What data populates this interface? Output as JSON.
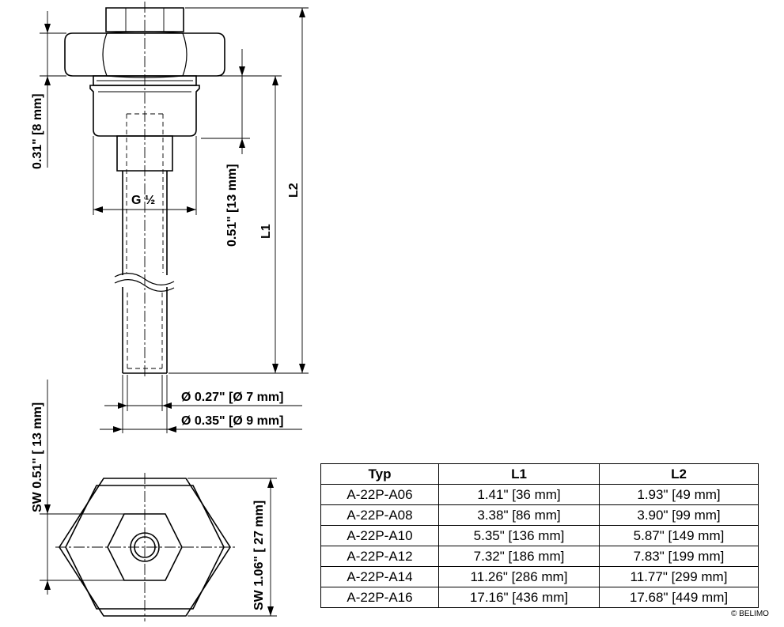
{
  "labels": {
    "thread": "G ½",
    "dim_8mm": "0.31\" [8 mm]",
    "dim_13mm": "0.51\" [13 mm]",
    "l1": "L1",
    "l2": "L2",
    "dia_inner": "Ø 0.27\" [Ø 7 mm]",
    "dia_outer": "Ø 0.35\" [Ø 9 mm]",
    "sw_small": "SW 0.51\" [ 13 mm]",
    "sw_large": "SW 1.06\" [ 27 mm]"
  },
  "table": {
    "headers": [
      "Typ",
      "L1",
      "L2"
    ],
    "rows": [
      [
        "A-22P-A06",
        "1.41\" [36 mm]",
        "1.93\" [49 mm]"
      ],
      [
        "A-22P-A08",
        "3.38\" [86 mm]",
        "3.90\" [99 mm]"
      ],
      [
        "A-22P-A10",
        "5.35\" [136 mm]",
        "5.87\" [149 mm]"
      ],
      [
        "A-22P-A12",
        "7.32\" [186 mm]",
        "7.83\" [199 mm]"
      ],
      [
        "A-22P-A14",
        "11.26\" [286 mm]",
        "11.77\" [299 mm]"
      ],
      [
        "A-22P-A16",
        "17.16\" [436 mm]",
        "17.68\" [449 mm]"
      ]
    ]
  },
  "copyright": "© BELIMO"
}
